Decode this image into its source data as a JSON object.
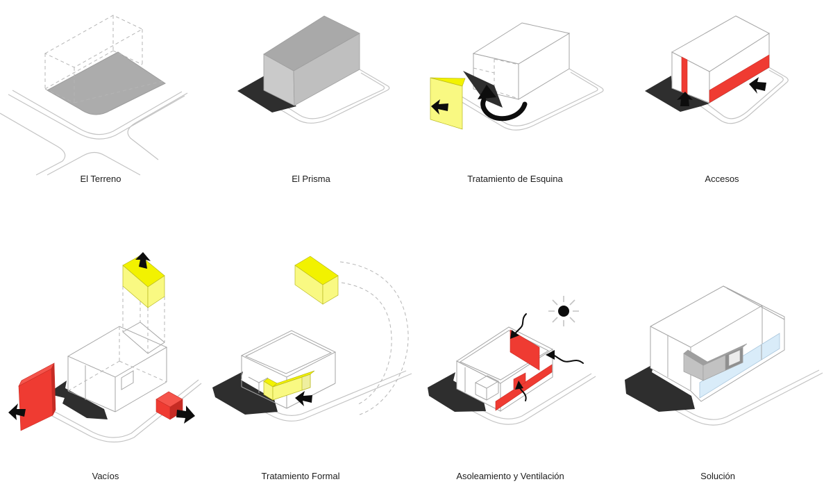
{
  "panels": [
    {
      "id": "el-terreno",
      "label": "El Terreno",
      "elements": [
        "street-network",
        "site-plot",
        "ghost-volume-dashed"
      ]
    },
    {
      "id": "el-prisma",
      "label": "El Prisma",
      "elements": [
        "site-outline",
        "prism-shadow",
        "prism-massing"
      ]
    },
    {
      "id": "tratamiento-de-esquina",
      "label": "Tratamiento de Esquina",
      "elements": [
        "site-outline",
        "massing-wireframe",
        "ghost-corner-dashed",
        "corner-shadow",
        "corner-panel-yellow",
        "peel-arrow-icon",
        "rotation-arrow-icon"
      ]
    },
    {
      "id": "accesos",
      "label": "Accesos",
      "elements": [
        "site-outline",
        "building-shadow",
        "building-massing",
        "entry-stripe-red-left",
        "entry-band-red-right",
        "entry-arrow-up-icon",
        "entry-arrow-side-icon"
      ]
    },
    {
      "id": "vacios",
      "label": "Vacíos",
      "elements": [
        "site-outline",
        "shadow-swoosh",
        "building-wireframe",
        "roof-void-opening",
        "facade-void-opening",
        "void-box-yellow",
        "lift-arrow-icon",
        "void-panel-red",
        "pull-arrow-left-icon",
        "void-box-red",
        "pull-arrow-right-icon"
      ]
    },
    {
      "id": "tratamiento-formal",
      "label": "Tratamiento Formal",
      "elements": [
        "site-outline",
        "building-shadow",
        "building-wireframe",
        "inserted-volume-yellow",
        "insert-arrow-icon",
        "swing-path-dashed",
        "floating-box-yellow"
      ]
    },
    {
      "id": "asoleamiento-y-ventilacion",
      "label": "Asoleamiento y Ventilación",
      "elements": [
        "site-outline",
        "building-shadow",
        "building-wireframe",
        "shade-wall-red",
        "ventilation-band-red",
        "vent-panel-red",
        "sun-icon",
        "airflow-arrow-down-icon",
        "airflow-arrow-left-icon",
        "airflow-arrow-up-icon"
      ]
    },
    {
      "id": "solucion",
      "label": "Solución",
      "elements": [
        "site-outline",
        "building-shadow",
        "building-massing",
        "parapet-wall",
        "glazing-band-blue",
        "balcony-volume-gray"
      ]
    }
  ],
  "colors": {
    "paper": "#ffffff",
    "label": "#1c1c1c",
    "ink": "#0d0d0d",
    "shadow": "#2e2e2e",
    "line": "#c3c3c3",
    "wire": "#a5a5a5",
    "dash": "#b5b5b5",
    "gray_plot": "#acacac",
    "gray_plot_edge": "#9b9b9b",
    "gray_top": "#a9a9a9",
    "gray_left": "#cacaca",
    "gray_right": "#bfbfbf",
    "gray_edge": "#9e9e9e",
    "red": "#ef3b32",
    "red_top": "#f5544b",
    "red_dark": "#c62b24",
    "yellow_bright": "#f2f200",
    "yellow_pale": "#f9f982",
    "yellow_inner": "#efef9f",
    "yellow_edge": "#b8b820",
    "blue_glass": "#d9ecf9",
    "blue_stroke": "#a9c6dc",
    "gray_l_top": "#9e9e9e",
    "gray_l_front": "#c2c2c2",
    "gray_l_inner": "#8f8f8f"
  }
}
